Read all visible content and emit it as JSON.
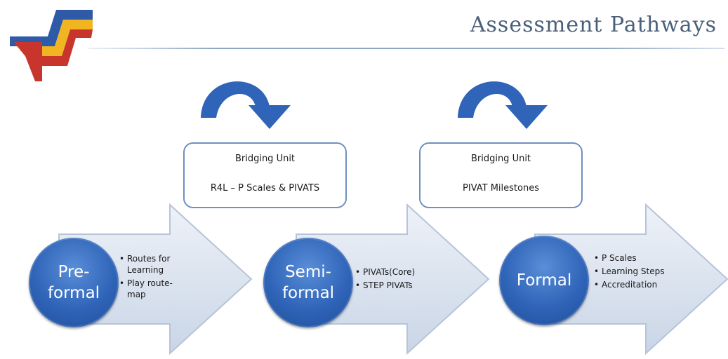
{
  "header": {
    "title": "Assessment Pathways"
  },
  "bridges": [
    {
      "title": "Bridging Unit",
      "subtitle": "R4L – P Scales & PIVATS"
    },
    {
      "title": "Bridging Unit",
      "subtitle": "PIVAT Milestones"
    }
  ],
  "stages": [
    {
      "label": "Pre-\nformal",
      "bullets": [
        "Routes for Learning",
        "Play route-map"
      ]
    },
    {
      "label": "Semi-\nformal",
      "bullets": [
        "PIVATs(Core)",
        "STEP PIVATs"
      ]
    },
    {
      "label": "Formal",
      "bullets": [
        "P Scales",
        "Learning Steps",
        "Accreditation"
      ]
    }
  ],
  "colors": {
    "logo_blue": "#2e5aa8",
    "logo_yellow": "#f2b522",
    "logo_red": "#c8352d",
    "circle_blue": "#2f64b8",
    "arrow_fill": "#d6e0ee",
    "title_color": "#4a5f7a"
  }
}
